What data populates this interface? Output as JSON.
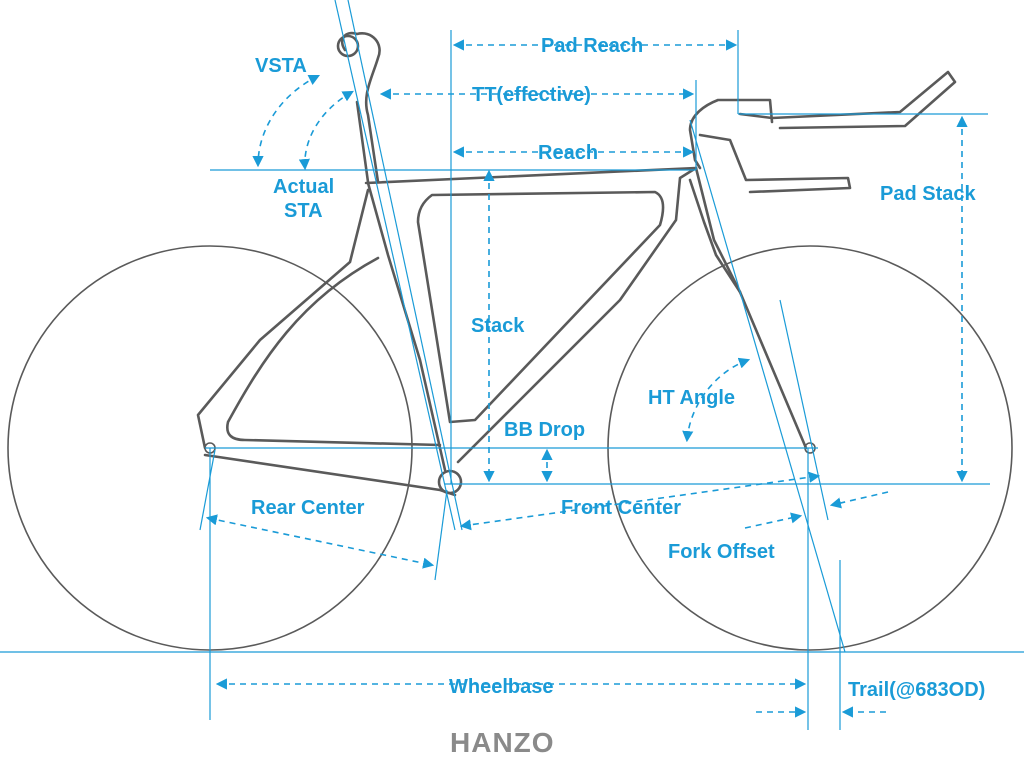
{
  "labels": {
    "vsta": "VSTA",
    "actual_sta_1": "Actual",
    "actual_sta_2": "STA",
    "pad_reach": "Pad Reach",
    "tt_effective": "TT(effective)",
    "reach": "Reach",
    "pad_stack": "Pad Stack",
    "stack": "Stack",
    "ht_angle": "HT Angle",
    "bb_drop": "BB Drop",
    "rear_center": "Rear Center",
    "front_center": "Front Center",
    "fork_offset": "Fork Offset",
    "wheelbase": "Wheelbase",
    "trail": "Trail(@683OD)"
  },
  "brand": "HANZO",
  "colors": {
    "accent": "#1a9bd7",
    "frame": "#5a5a5a",
    "wheel": "#5a5a5a",
    "brand": "#8a8a8a",
    "background": "#ffffff"
  }
}
